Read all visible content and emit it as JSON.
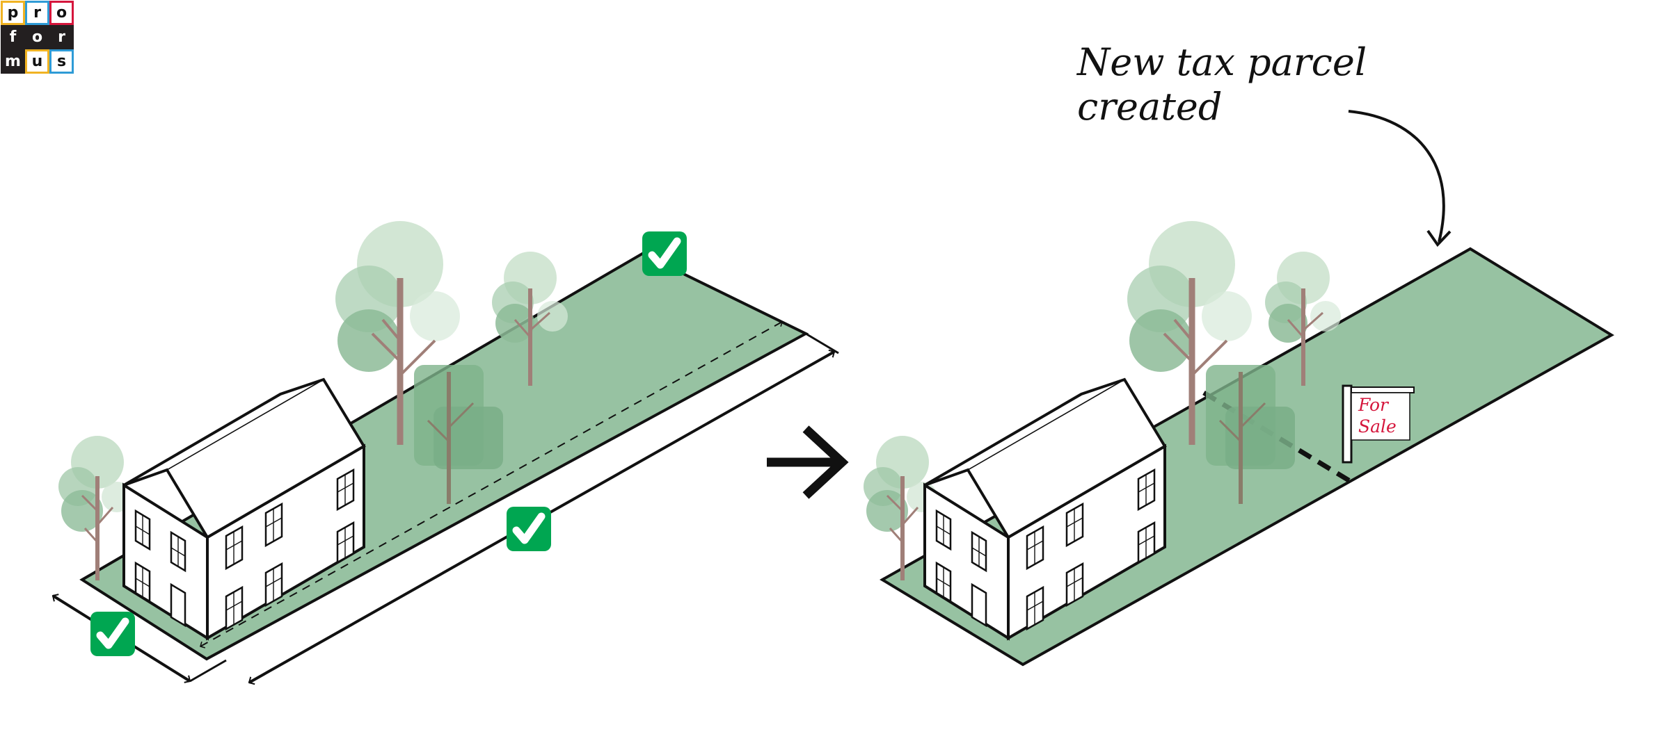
{
  "logo": {
    "cells": [
      {
        "letter": "p",
        "bg": "#ffffff",
        "fg": "#111111",
        "border": "#f0b323"
      },
      {
        "letter": "r",
        "bg": "#ffffff",
        "fg": "#111111",
        "border": "#2f9bd6"
      },
      {
        "letter": "o",
        "bg": "#ffffff",
        "fg": "#111111",
        "border": "#d5163c"
      },
      {
        "letter": "f",
        "bg": "#231f20",
        "fg": "#ffffff",
        "border": "#231f20"
      },
      {
        "letter": "o",
        "bg": "#231f20",
        "fg": "#ffffff",
        "border": "#231f20"
      },
      {
        "letter": "r",
        "bg": "#231f20",
        "fg": "#ffffff",
        "border": "#231f20"
      },
      {
        "letter": "m",
        "bg": "#231f20",
        "fg": "#ffffff",
        "border": "#231f20"
      },
      {
        "letter": "u",
        "bg": "#ffffff",
        "fg": "#111111",
        "border": "#f0b323"
      },
      {
        "letter": "s",
        "bg": "#ffffff",
        "fg": "#111111",
        "border": "#2f9bd6"
      }
    ]
  },
  "caption": {
    "line1": "New tax parcel",
    "line2": "created"
  },
  "sign": {
    "line1": "For",
    "line2": "Sale",
    "text_color": "#d5163c"
  },
  "colors": {
    "lot_green": "#97c2a2",
    "check_green": "#00a651",
    "tree_canopy": "#b9d8bd",
    "tree_trunk": "#a07f78",
    "outline": "#111111"
  },
  "icons": [
    "checkmark-icon",
    "arrow-right-icon",
    "curved-arrow-icon"
  ]
}
